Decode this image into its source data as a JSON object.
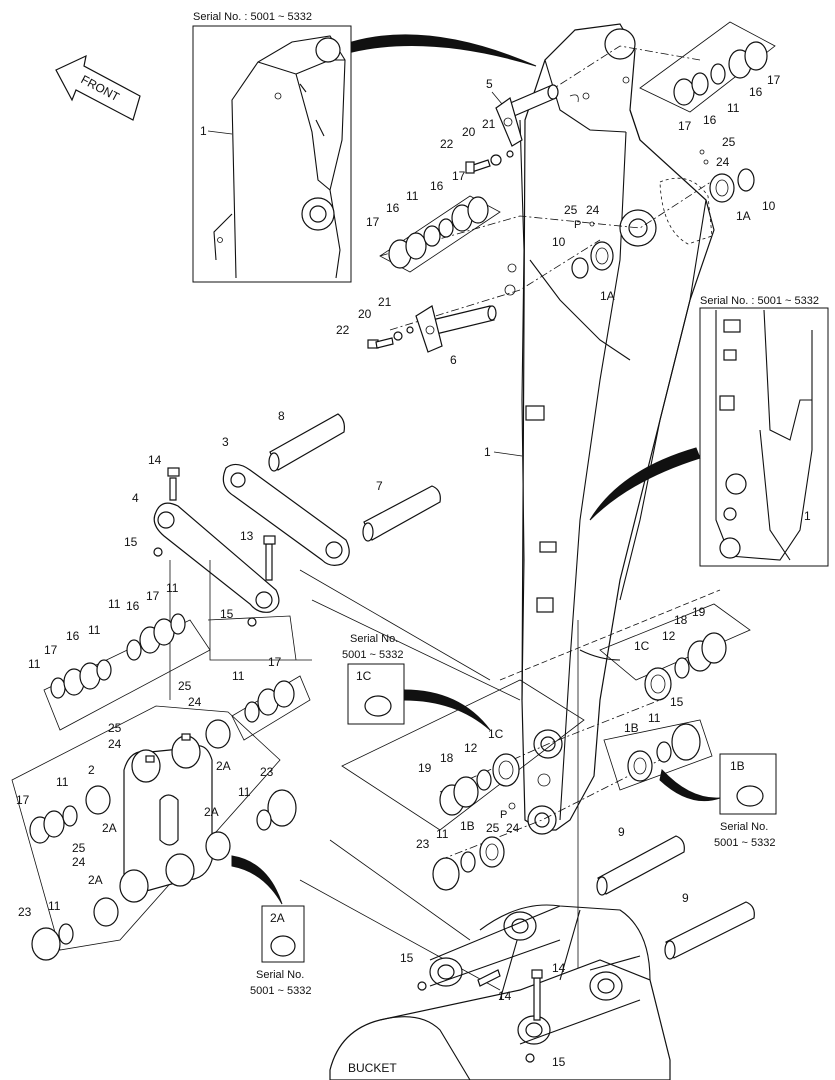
{
  "front_label": "FRONT",
  "bucket_label": "BUCKET",
  "insets": {
    "top_left_serial": "Serial No. : 5001 ~ 5332",
    "right_serial": "Serial No. : 5001 ~ 5332",
    "bushing_1c": {
      "line1": "Serial No.",
      "line2": "5001 ~ 5332",
      "part": "1C"
    },
    "bushing_1b": {
      "line1": "Serial No.",
      "line2": "5001 ~ 5332",
      "part": "1B"
    },
    "bushing_2a": {
      "line1": "Serial No.",
      "line2": "5001 ~ 5332",
      "part": "2A"
    }
  },
  "callouts": {
    "c1a": "1",
    "c1b": "1",
    "c1c": "1",
    "c1A_a": "1A",
    "c1A_b": "1A",
    "c1B": "1B",
    "c1C": "1C",
    "c1C_b": "1C",
    "c1B_b": "1B",
    "c2": "2",
    "c2A_a": "2A",
    "c2A_b": "2A",
    "c2A_c": "2A",
    "c2A_d": "2A",
    "c2A_e": "2A",
    "c3": "3",
    "c4": "4",
    "c5": "5",
    "c6": "6",
    "c7": "7",
    "c8": "8",
    "c9a": "9",
    "c9b": "9",
    "c10a": "10",
    "c10b": "10",
    "c11a": "11",
    "c11b": "11",
    "c11c": "11",
    "c11d": "11",
    "c11e": "11",
    "c11f": "11",
    "c11g": "11",
    "c11h": "11",
    "c11i": "11",
    "c11j": "11",
    "c11k": "11",
    "c11l": "11",
    "c12a": "12",
    "c12b": "12",
    "c13": "13",
    "c14a": "14",
    "c14b": "14",
    "c14c": "14",
    "c15a": "15",
    "c15b": "15",
    "c15c": "15",
    "c15d": "15",
    "c15e": "15",
    "c16a": "16",
    "c16b": "16",
    "c16c": "16",
    "c16d": "16",
    "c16e": "16",
    "c16f": "16",
    "c17a": "17",
    "c17b": "17",
    "c17c": "17",
    "c17d": "17",
    "c17e": "17",
    "c17f": "17",
    "c17g": "17",
    "c17h": "17",
    "c18a": "18",
    "c18b": "18",
    "c19a": "19",
    "c19b": "19",
    "c20a": "20",
    "c20b": "20",
    "c21a": "21",
    "c21b": "21",
    "c22a": "22",
    "c22b": "22",
    "c23a": "23",
    "c23b": "23",
    "c23c": "23",
    "c24a": "24",
    "c24b": "24",
    "c24c": "24",
    "c24d": "24",
    "c24e": "24",
    "c25a": "25",
    "c25b": "25",
    "c25c": "25",
    "c25d": "25",
    "c25e": "25",
    "pa": "P",
    "pb": "P"
  }
}
